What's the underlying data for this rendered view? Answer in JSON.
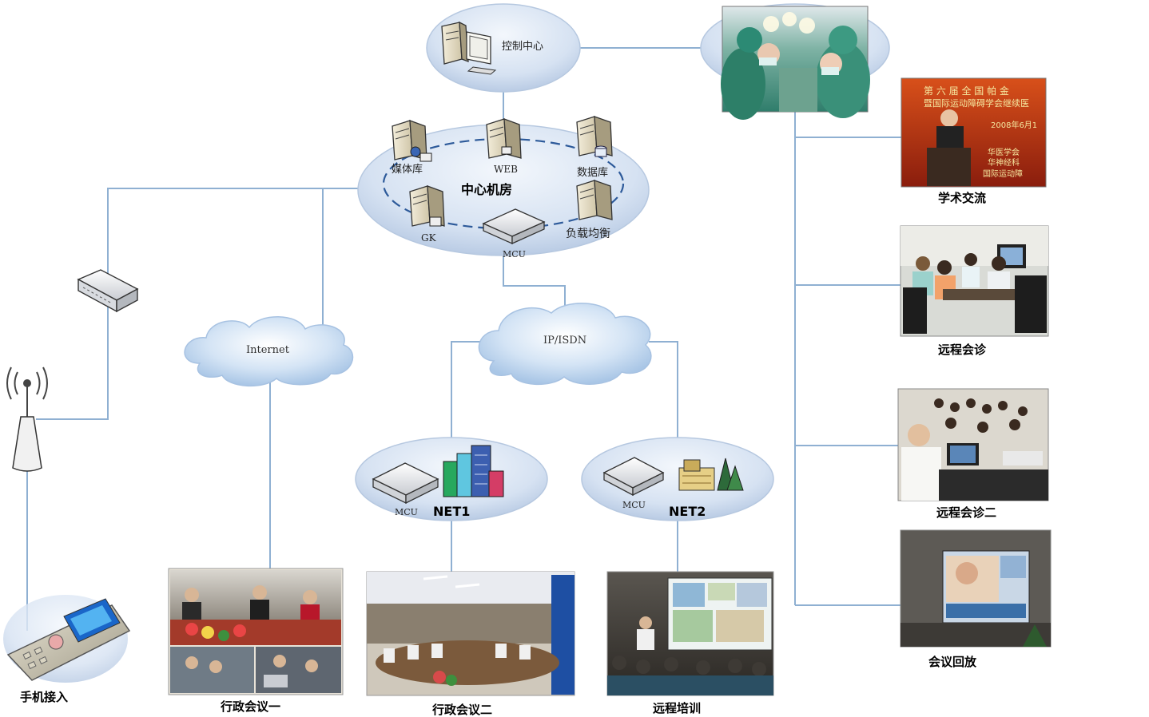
{
  "nodes": {
    "control_center": "控制中心",
    "media_library": "媒体库",
    "web": "WEB",
    "database": "数据库",
    "central_room": "中心机房",
    "gk": "GK",
    "load_balance": "负载均衡",
    "mcu_center": "MCU",
    "internet": "Internet",
    "ip_isdn": "IP/ISDN",
    "net1": "NET1",
    "net1_mcu": "MCU",
    "net2": "NET2",
    "net2_mcu": "MCU"
  },
  "photos": {
    "academic_exchange": "学术交流",
    "remote_consult": "远程会诊",
    "remote_consult_2": "远程会诊二",
    "meeting_playback": "会议回放",
    "mobile_access": "手机接入",
    "admin_meeting_1": "行政会议一",
    "admin_meeting_2": "行政会议二",
    "remote_training": "远程培训"
  },
  "poster": {
    "line1": "第 六 届 全 国 帕 金",
    "line2": "暨国际运动障碍学会继续医",
    "line3": "2008年6月1",
    "line4": "华医学会",
    "line5": "华神经科",
    "line6": "国际运动障"
  },
  "colors": {
    "link": "#8fb0d2",
    "ellipse_fill": "#d8e4f3",
    "cloud_fill": "#cfe1f4"
  }
}
